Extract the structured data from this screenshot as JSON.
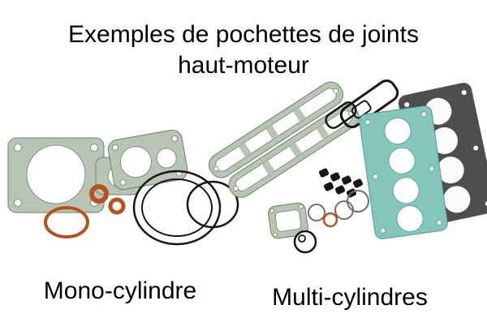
{
  "title": {
    "line1": "Exemples de pochettes de joints",
    "line2": "haut-moteur"
  },
  "captions": {
    "mono": "Mono-cylindre",
    "multi": "Multi-cylindres"
  },
  "illustration": {
    "description": "Two top-end engine gasket kits laid out on white: single-cylinder kit on the left, multi-cylinder kit on the right",
    "colors": {
      "gasket_green": "#b9c5b4",
      "gasket_outline": "#6f7f6d",
      "gasket_teal": "#84c6ba",
      "teal_outline": "#4f9e91",
      "gasket_dark": "#4e4e4e",
      "seal_orange": "#b5521d",
      "ring_black": "#161616",
      "ring_gray": "#6e6e6e"
    }
  }
}
